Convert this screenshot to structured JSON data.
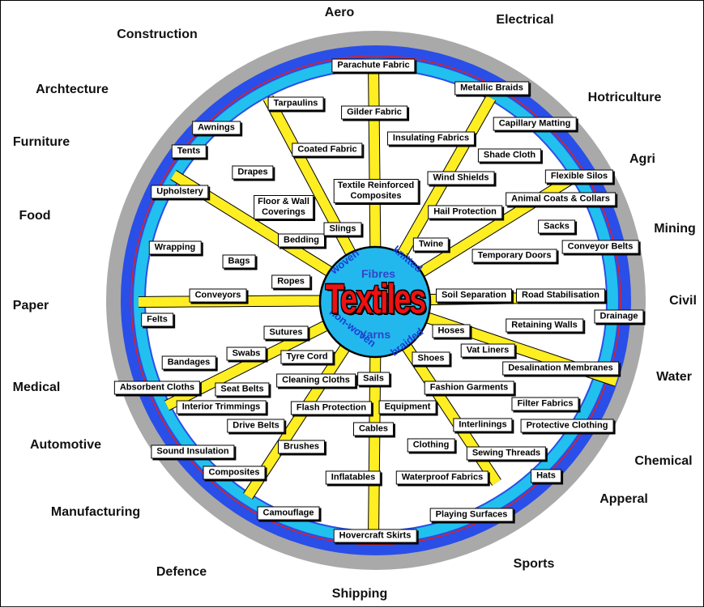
{
  "hub": {
    "title": "Textiles",
    "words": [
      "woven",
      "knitted",
      "Fibres",
      "Yarns",
      "non-woven",
      "braided"
    ]
  },
  "sectors": [
    "Aero",
    "Electrical",
    "Hotriculture",
    "Agri",
    "Mining",
    "Civil",
    "Water",
    "Chemical",
    "Apperal",
    "Sports",
    "Shipping",
    "Defence",
    "Manufacturing",
    "Automotive",
    "Medical",
    "Paper",
    "Food",
    "Furniture",
    "Archtecture",
    "Construction"
  ],
  "products": [
    "Parachute Fabric",
    "Gilder Fabric",
    "Textile Reinforced\nComposites",
    "Metallic Braids",
    "Insulating Fabrics",
    "Capillary Matting",
    "Shade Cloth",
    "Wind Shields",
    "Flexible Silos",
    "Animal Coats & Collars",
    "Hail Protection",
    "Sacks",
    "Twine",
    "Conveyor Belts",
    "Temporary Doors",
    "Soil Separation",
    "Road Stabilisation",
    "Drainage",
    "Retaining Walls",
    "Hoses",
    "Vat Liners",
    "Shoes",
    "Desalination Membranes",
    "Fashion Garments",
    "Filter Fabrics",
    "Interlinings",
    "Protective Clothing",
    "Clothing",
    "Sewing Threads",
    "Hats",
    "Waterproof Fabrics",
    "Playing Surfaces",
    "Hovercraft Skirts",
    "Inflatables",
    "Cables",
    "Equipment",
    "Sails",
    "Flash Protection",
    "Cleaning Cloths",
    "Brushes",
    "Camouflage",
    "Composites",
    "Sound Insulation",
    "Drive Belts",
    "Interior Trimmings",
    "Seat Belts",
    "Absorbent Cloths",
    "Swabs",
    "Bandages",
    "Tyre Cord",
    "Sutures",
    "Felts",
    "Conveyors",
    "Ropes",
    "Bags",
    "Wrapping",
    "Bedding",
    "Slings",
    "Floor & Wall\nCoverings",
    "Upholstery",
    "Drapes",
    "Coated Fabric",
    "Tents",
    "Awnings",
    "Tarpaulins"
  ],
  "colors": {
    "outer_ring": "#a9a9a9",
    "blue_ring": "#2a4ee8",
    "cyan_ring": "#22c0ee",
    "red_line": "#e02020",
    "spoke": "#ffee22",
    "hub_fill": "#22b8ee",
    "hub_title": "#ee1111"
  },
  "icons": {
    "hub": "textiles-hub",
    "wheel": "wheel-rings"
  }
}
